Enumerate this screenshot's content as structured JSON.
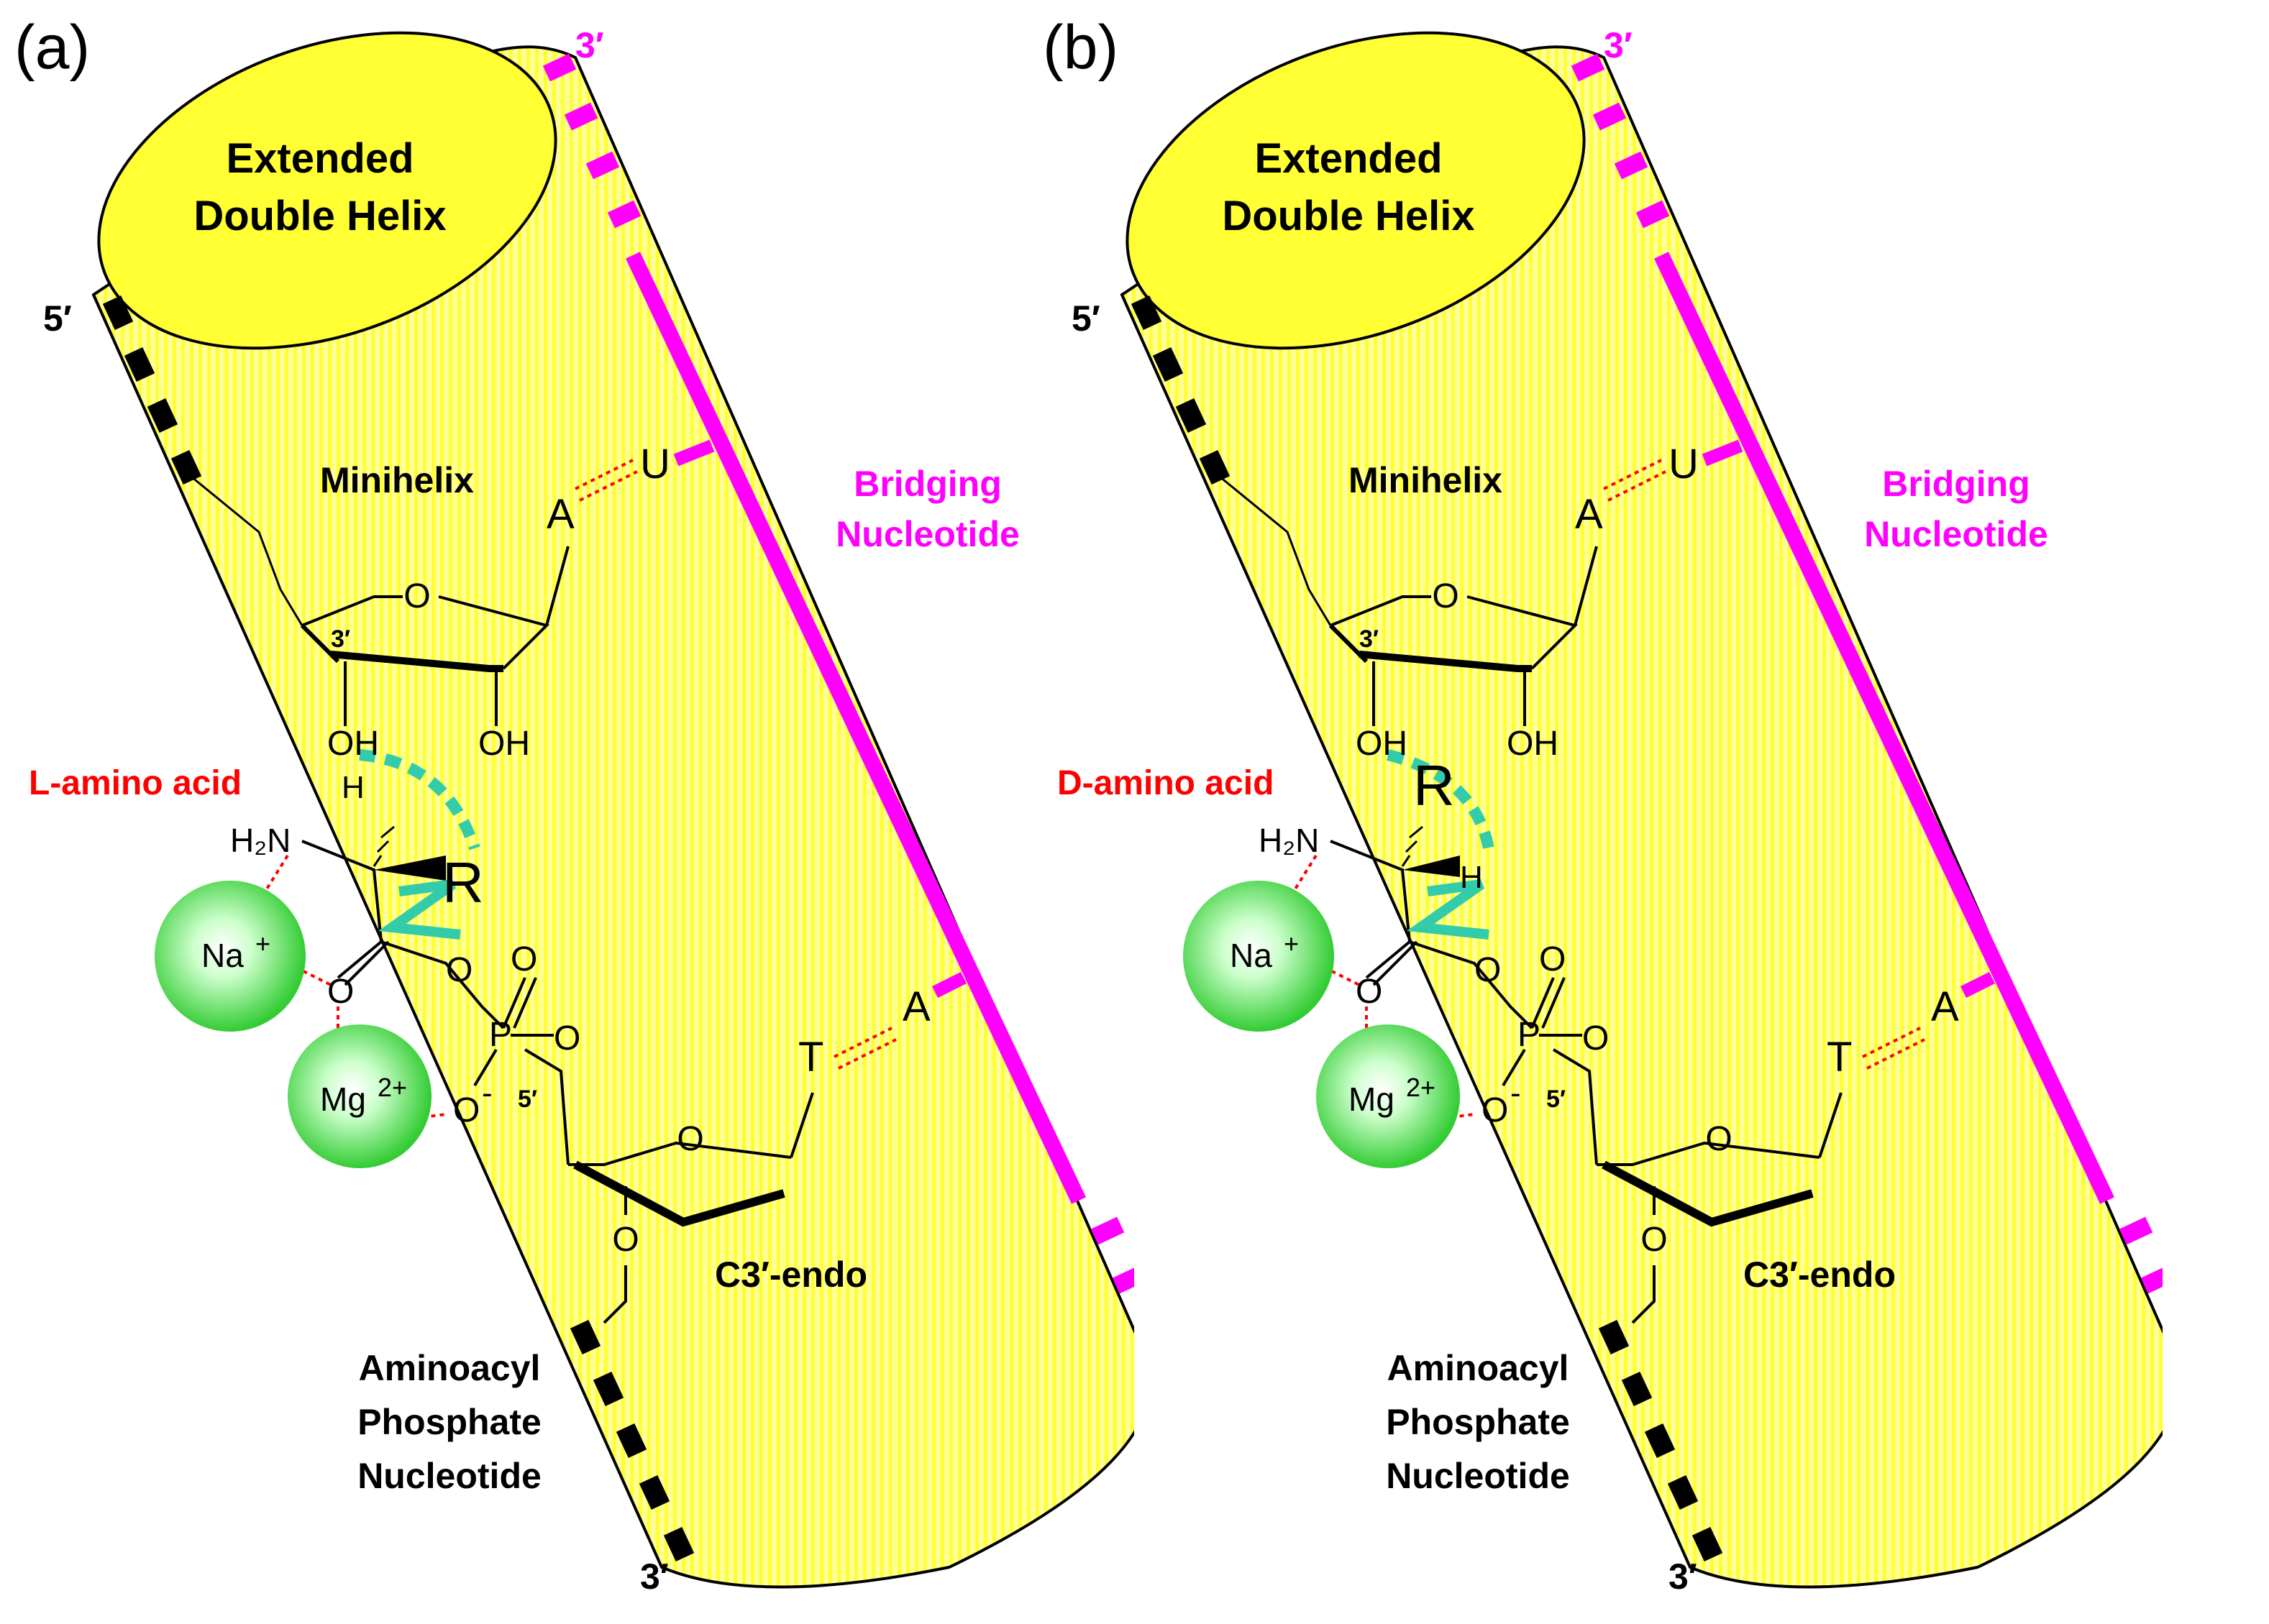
{
  "figure": {
    "colors": {
      "cylinder_fill": "#ffff99",
      "cylinder_stripe": "#ffff33",
      "cap_fill": "#ffff33",
      "magenta": "#ff00ff",
      "red_label": "#ff0000",
      "ion_green": "#33cc33",
      "teal_bond": "#33ccaa",
      "black": "#000000"
    },
    "labels": {
      "extended_1": "Extended",
      "extended_2": "Double Helix",
      "five_prime": "5′",
      "three_prime": "3′",
      "minihelix": "Minihelix",
      "bridging_1": "Bridging",
      "bridging_2": "Nucleotide",
      "base_a": "A",
      "base_u": "U",
      "base_t": "T",
      "ring_o": "O",
      "three_prime_small": "3′",
      "five_prime_small": "5′",
      "oh": "OH",
      "h": "H",
      "r": "R",
      "h2n": "H₂N",
      "na": "Na",
      "na_charge": "+",
      "mg": "Mg",
      "mg_charge": "2+",
      "o": "O",
      "o_minus": "O",
      "minus": "-",
      "p": "P",
      "c3_endo": "C3′-endo",
      "aminoacyl_1": "Aminoacyl",
      "aminoacyl_2": "Phosphate",
      "aminoacyl_3": "Nucleotide"
    },
    "panels": [
      {
        "tag": "(a)",
        "amino_acid": "L-amino acid",
        "top_sub": "H",
        "side_sub": "R"
      },
      {
        "tag": "(b)",
        "amino_acid": "D-amino acid",
        "top_sub": "R",
        "side_sub": "H"
      }
    ]
  }
}
